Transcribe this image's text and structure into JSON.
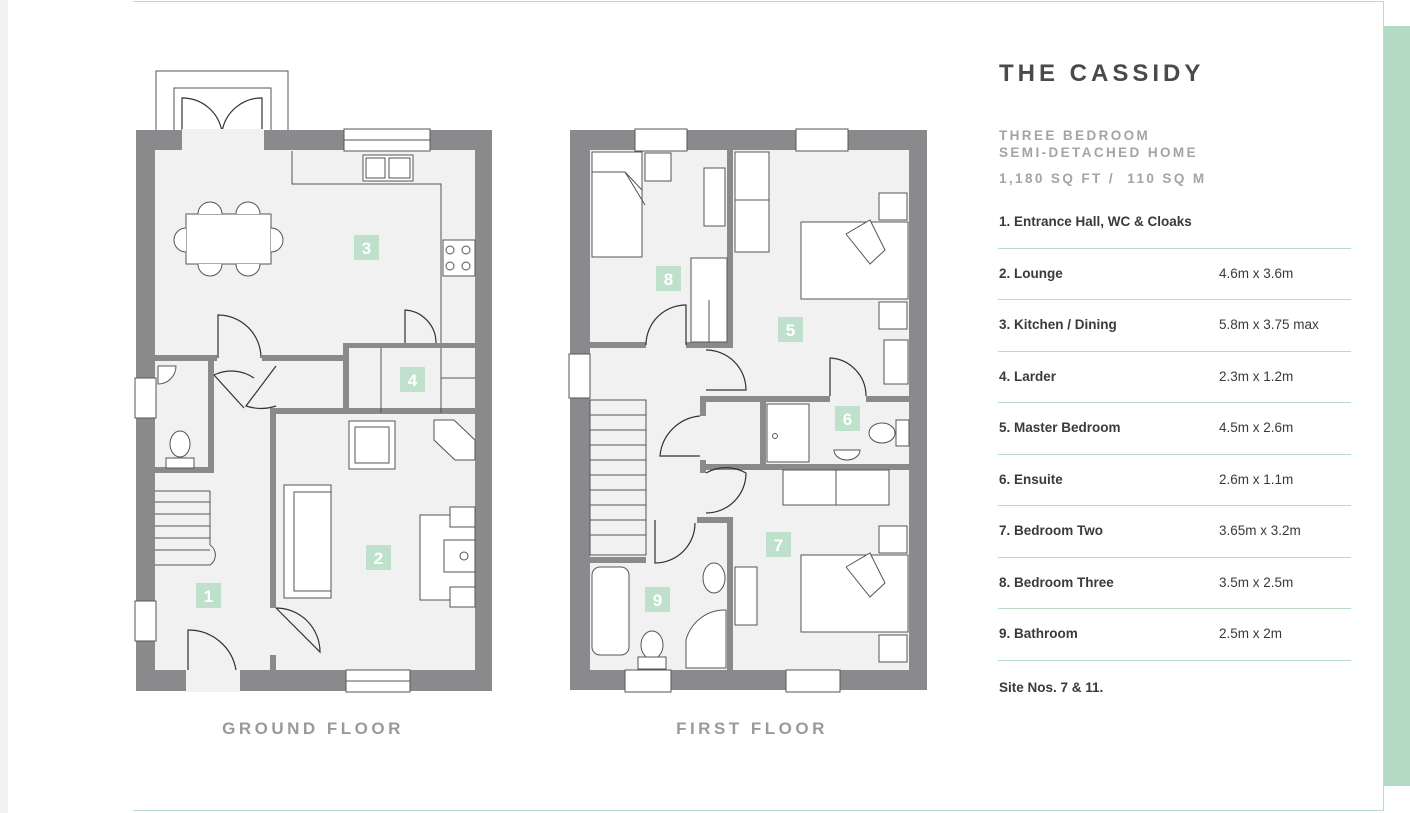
{
  "house": {
    "name": "THE CASSIDY",
    "subtitle_line1": "THREE BEDROOM",
    "subtitle_line2": "SEMI-DETACHED HOME",
    "area": "1,180 SQ FT /  110 SQ M"
  },
  "floors": {
    "ground": "GROUND FLOOR",
    "first": "FIRST FLOOR"
  },
  "rooms": [
    {
      "name": "1. Entrance Hall, WC & Cloaks",
      "size": ""
    },
    {
      "name": "2. Lounge",
      "size": "4.6m x 3.6m"
    },
    {
      "name": "3. Kitchen / Dining",
      "size": "5.8m x 3.75 max"
    },
    {
      "name": "4. Larder",
      "size": "2.3m x 1.2m"
    },
    {
      "name": "5. Master Bedroom",
      "size": "4.5m x 2.6m"
    },
    {
      "name": "6. Ensuite",
      "size": "2.6m x 1.1m"
    },
    {
      "name": "7. Bedroom Two",
      "size": "3.65m x 3.2m"
    },
    {
      "name": "8. Bedroom Three",
      "size": "3.5m x 2.5m"
    },
    {
      "name": "9. Bathroom",
      "size": "2.5m x 2m"
    }
  ],
  "room_numbers": [
    "1",
    "2",
    "3",
    "4",
    "5",
    "6",
    "7",
    "8",
    "9"
  ],
  "site": "Site Nos. 7 & 11.",
  "colors": {
    "wall": "#8a8a8c",
    "floor": "#f1f1f1",
    "accent_green": "#b4dcc4",
    "label_green": "#bfe0cb",
    "title": "#4a4a4c",
    "muted": "#a4a4a6"
  }
}
